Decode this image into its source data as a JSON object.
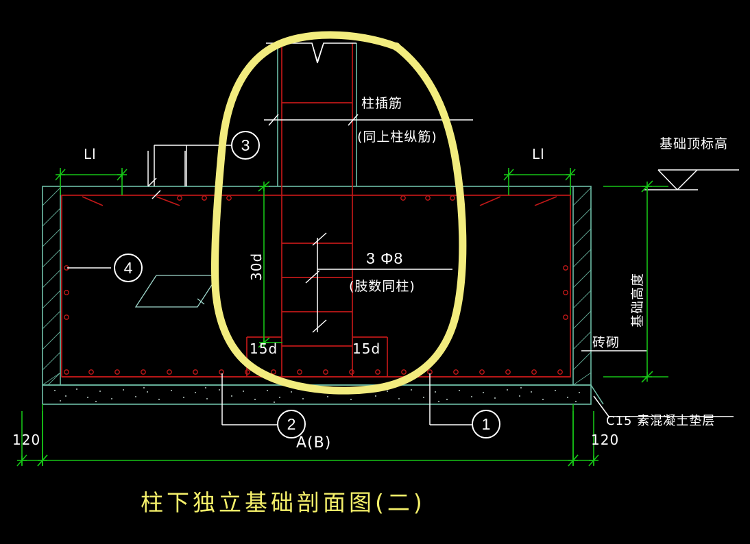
{
  "drawing": {
    "title": "柱下独立基础剖面图(二)",
    "title_color": "#f5f06a",
    "background": "#000000",
    "colors": {
      "rebar_red": "#c01818",
      "concrete_cyan": "#6fbfa8",
      "dimension_green": "#17c417",
      "annotation_white": "#ffffff",
      "highlight_yellow": "#f2ec7e"
    }
  },
  "annotations": {
    "column_dowel": "柱插筋",
    "column_dowel_note": "(同上柱纵筋)",
    "stirrup_spec": "3 Φ8",
    "stirrup_note": "(肢数同柱)",
    "top_elevation": "基础顶标高",
    "foundation_height": "基础高度",
    "brick_masonry": "砖砌",
    "cushion_layer": "C15 素混凝土垫层",
    "anchorage_left": "15d",
    "anchorage_right": "15d",
    "lap_length": "30d"
  },
  "dimensions": {
    "left_ll": "Ll",
    "right_ll": "Ll",
    "left_120": "120",
    "right_120": "120",
    "overall_width": "A(B)"
  },
  "callouts": [
    {
      "id": "1",
      "label": "1"
    },
    {
      "id": "2",
      "label": "2"
    },
    {
      "id": "3",
      "label": "3"
    },
    {
      "id": "4",
      "label": "4"
    }
  ]
}
